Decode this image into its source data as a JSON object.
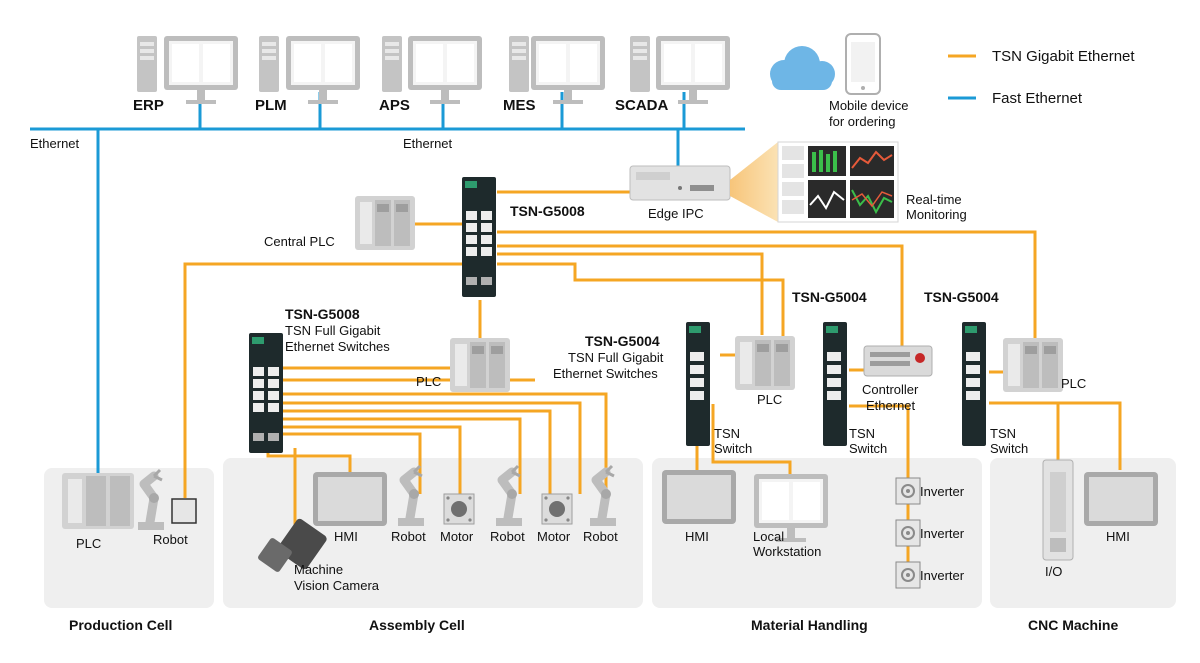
{
  "colors": {
    "tsn_gigabit": "#F5A623",
    "fast_ethernet": "#1B9AD6",
    "cell_bg": "#EFEFEF",
    "device_gray": "#C8C8C8",
    "switch_dark": "#1E2A2C",
    "switch_green": "#2E9B6E",
    "cloud": "#6EB6E6"
  },
  "legend": {
    "tsn": "TSN Gigabit Ethernet",
    "fast": "Fast Ethernet"
  },
  "it_systems": [
    "ERP",
    "PLM",
    "APS",
    "MES",
    "SCADA"
  ],
  "mobile_label": [
    "Mobile device",
    "for ordering"
  ],
  "ethernet_left": "Ethernet",
  "ethernet_center": "Ethernet",
  "edge_ipc": "Edge IPC",
  "monitoring": [
    "Real-time",
    "Monitoring"
  ],
  "core_switch": "TSN-G5008",
  "central_plc": "Central PLC",
  "assembly_switch": {
    "title": "TSN-G5008",
    "sub": [
      "TSN Full Gigabit",
      "Ethernet Switches"
    ]
  },
  "mh_switch": {
    "title": "TSN-G5004",
    "sub": [
      "TSN Full Gigabit",
      "Ethernet Switches"
    ]
  },
  "ctrl_switch_title": "TSN-G5004",
  "cnc_switch_title": "TSN-G5004",
  "tsn_switch_label": [
    "TSN",
    "Switch"
  ],
  "plc": "PLC",
  "robot": "Robot",
  "hmi": "HMI",
  "motor": "Motor",
  "camera": [
    "Machine",
    "Vision Camera"
  ],
  "local_ws": [
    "Local",
    "Workstation"
  ],
  "controller": [
    "Controller",
    "Ethernet"
  ],
  "inverter": "Inverter",
  "io": "I/O",
  "cells": {
    "production": "Production Cell",
    "assembly": "Assembly Cell",
    "material": "Material Handling",
    "cnc": "CNC Machine"
  }
}
